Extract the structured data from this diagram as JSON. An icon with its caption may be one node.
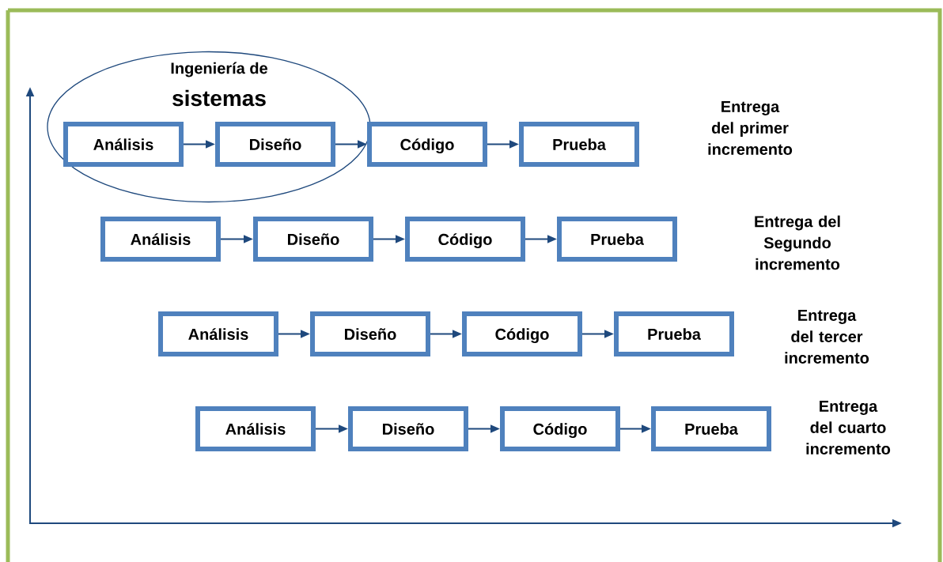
{
  "diagram": {
    "nodes": [
      {
        "text": [
          "Ingeniería de",
          "sistemas"
        ]
      },
      {
        "text": [
          "Análisis"
        ],
        "in": 0
      },
      {
        "text": [
          "Diseño"
        ],
        "in": 0
      },
      {
        "text": [
          "Código"
        ]
      },
      {
        "text": [
          "Prueba"
        ]
      },
      {
        "text": [
          "Análisis"
        ]
      },
      {
        "text": [
          "Diseño"
        ]
      },
      {
        "text": [
          "Código"
        ]
      },
      {
        "text": [
          "Prueba"
        ]
      },
      {
        "text": [
          "Análisis"
        ]
      },
      {
        "text": [
          "Diseño"
        ]
      },
      {
        "text": [
          "Código"
        ]
      },
      {
        "text": [
          "Prueba"
        ]
      },
      {
        "text": [
          "Análisis"
        ]
      },
      {
        "text": [
          "Diseño"
        ]
      },
      {
        "text": [
          "Código"
        ]
      },
      {
        "text": [
          "Prueba"
        ]
      }
    ],
    "labels": [
      "Entrega del primer incremento",
      "Entrega del Segundo incremento",
      "Entrega del tercer incremento",
      "Entrega del cuarto incremento"
    ],
    "edges": [
      {
        "from": 1,
        "to": 2,
        "arrow": "to"
      },
      {
        "from": 2,
        "to": 3,
        "arrow": "to"
      },
      {
        "from": 3,
        "to": 4,
        "arrow": "to"
      },
      {
        "from": 5,
        "to": 6,
        "arrow": "to"
      },
      {
        "from": 6,
        "to": 7,
        "arrow": "to"
      },
      {
        "from": 7,
        "to": 8,
        "arrow": "to"
      },
      {
        "from": 9,
        "to": 10,
        "arrow": "to"
      },
      {
        "from": 10,
        "to": 11,
        "arrow": "to"
      },
      {
        "from": 11,
        "to": 12,
        "arrow": "to"
      },
      {
        "from": 13,
        "to": 14,
        "arrow": "to"
      },
      {
        "from": 14,
        "to": 15,
        "arrow": "to"
      },
      {
        "from": 15,
        "to": 16,
        "arrow": "to"
      }
    ]
  }
}
